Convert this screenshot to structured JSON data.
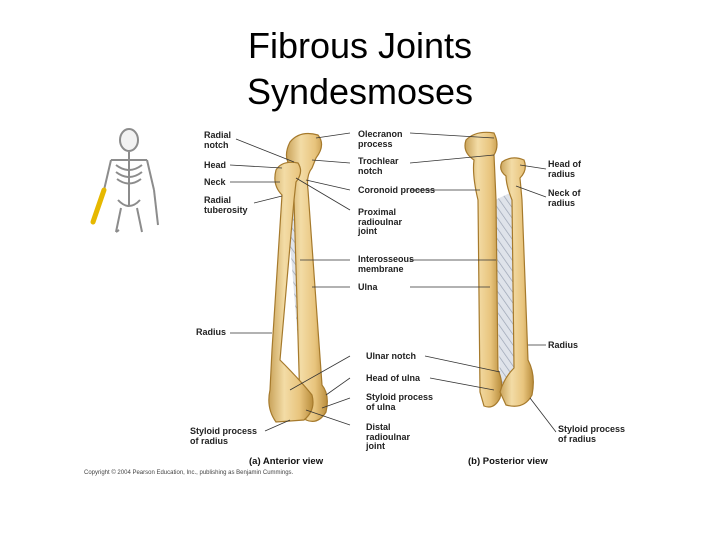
{
  "slide": {
    "title_line1": "Fibrous Joints",
    "title_line2": "Syndesmoses"
  },
  "figure": {
    "labels_left": {
      "radial_notch": "Radial\nnotch",
      "head": "Head",
      "neck": "Neck",
      "radial_tuberosity": "Radial\ntuberosity",
      "radius": "Radius",
      "styloid_radius": "Styloid process\nof radius"
    },
    "labels_center": {
      "olecranon": "Olecranon\nprocess",
      "trochlear_notch": "Trochlear\nnotch",
      "coronoid": "Coronoid process",
      "proximal_joint": "Proximal\nradioulnar\njoint",
      "interosseous": "Interosseous\nmembrane",
      "ulna": "Ulna",
      "ulnar_notch": "Ulnar notch",
      "head_of_ulna": "Head of ulna",
      "styloid_ulna": "Styloid process\nof ulna",
      "distal_joint": "Distal\nradioulnar\njoint"
    },
    "labels_right": {
      "head_of_radius": "Head of\nradius",
      "neck_of_radius": "Neck of\nradius",
      "radius": "Radius",
      "styloid_radius": "Styloid process\nof radius"
    },
    "caption_a": "(a) Anterior view",
    "caption_b": "(b) Posterior view",
    "copyright": "Copyright © 2004 Pearson Education, Inc., publishing as Benjamin Cummings.",
    "colors": {
      "bone": "#e9c98a",
      "bone_edge": "#b8892f",
      "membrane": "#c7cdd6",
      "skeleton": "#9a9a9a",
      "highlight": "#e6b800"
    }
  }
}
